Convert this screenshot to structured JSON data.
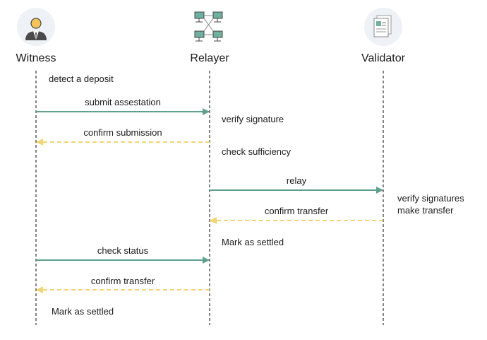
{
  "actors": {
    "witness": {
      "label": "Witness",
      "icon": "person-icon"
    },
    "relayer": {
      "label": "Relayer",
      "icon": "network-icon"
    },
    "validator": {
      "label": "Validator",
      "icon": "document-icon"
    }
  },
  "notes": {
    "detect_deposit": "detect a deposit",
    "verify_signature": "verify signature",
    "check_sufficiency": "check sufficiency",
    "verify_signatures": "verify signatures",
    "make_transfer": "make transfer",
    "relayer_settled": "Mark as settled",
    "witness_settled": "Mark as settled"
  },
  "messages": {
    "submit_assestation": "submit assestation",
    "confirm_submission": "confirm submission",
    "relay": "relay",
    "confirm_transfer_1": "confirm transfer",
    "check_status": "check status",
    "confirm_transfer_2": "confirm transfer"
  },
  "colors": {
    "request_arrow": "#5fa08f",
    "response_arrow": "#f2d572",
    "lifeline": "#333333",
    "icon_bg": "#eef2f6"
  }
}
